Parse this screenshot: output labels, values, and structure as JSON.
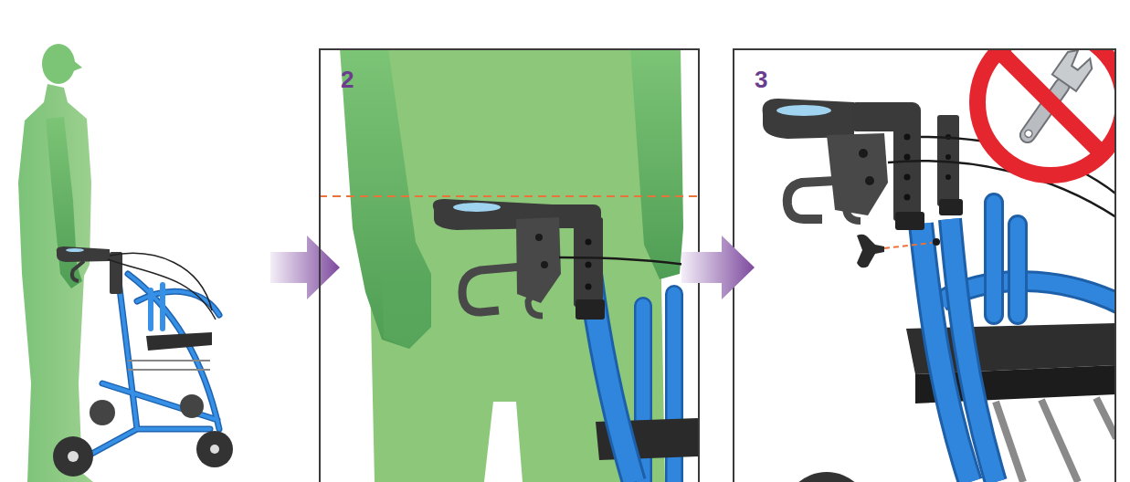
{
  "diagram": {
    "nodes": [
      {
        "text": [
          "2"
        ]
      },
      {
        "text": [
          "3"
        ]
      }
    ],
    "edges": [
      {
        "from": 0,
        "to": 1,
        "arrow": "to"
      }
    ]
  }
}
